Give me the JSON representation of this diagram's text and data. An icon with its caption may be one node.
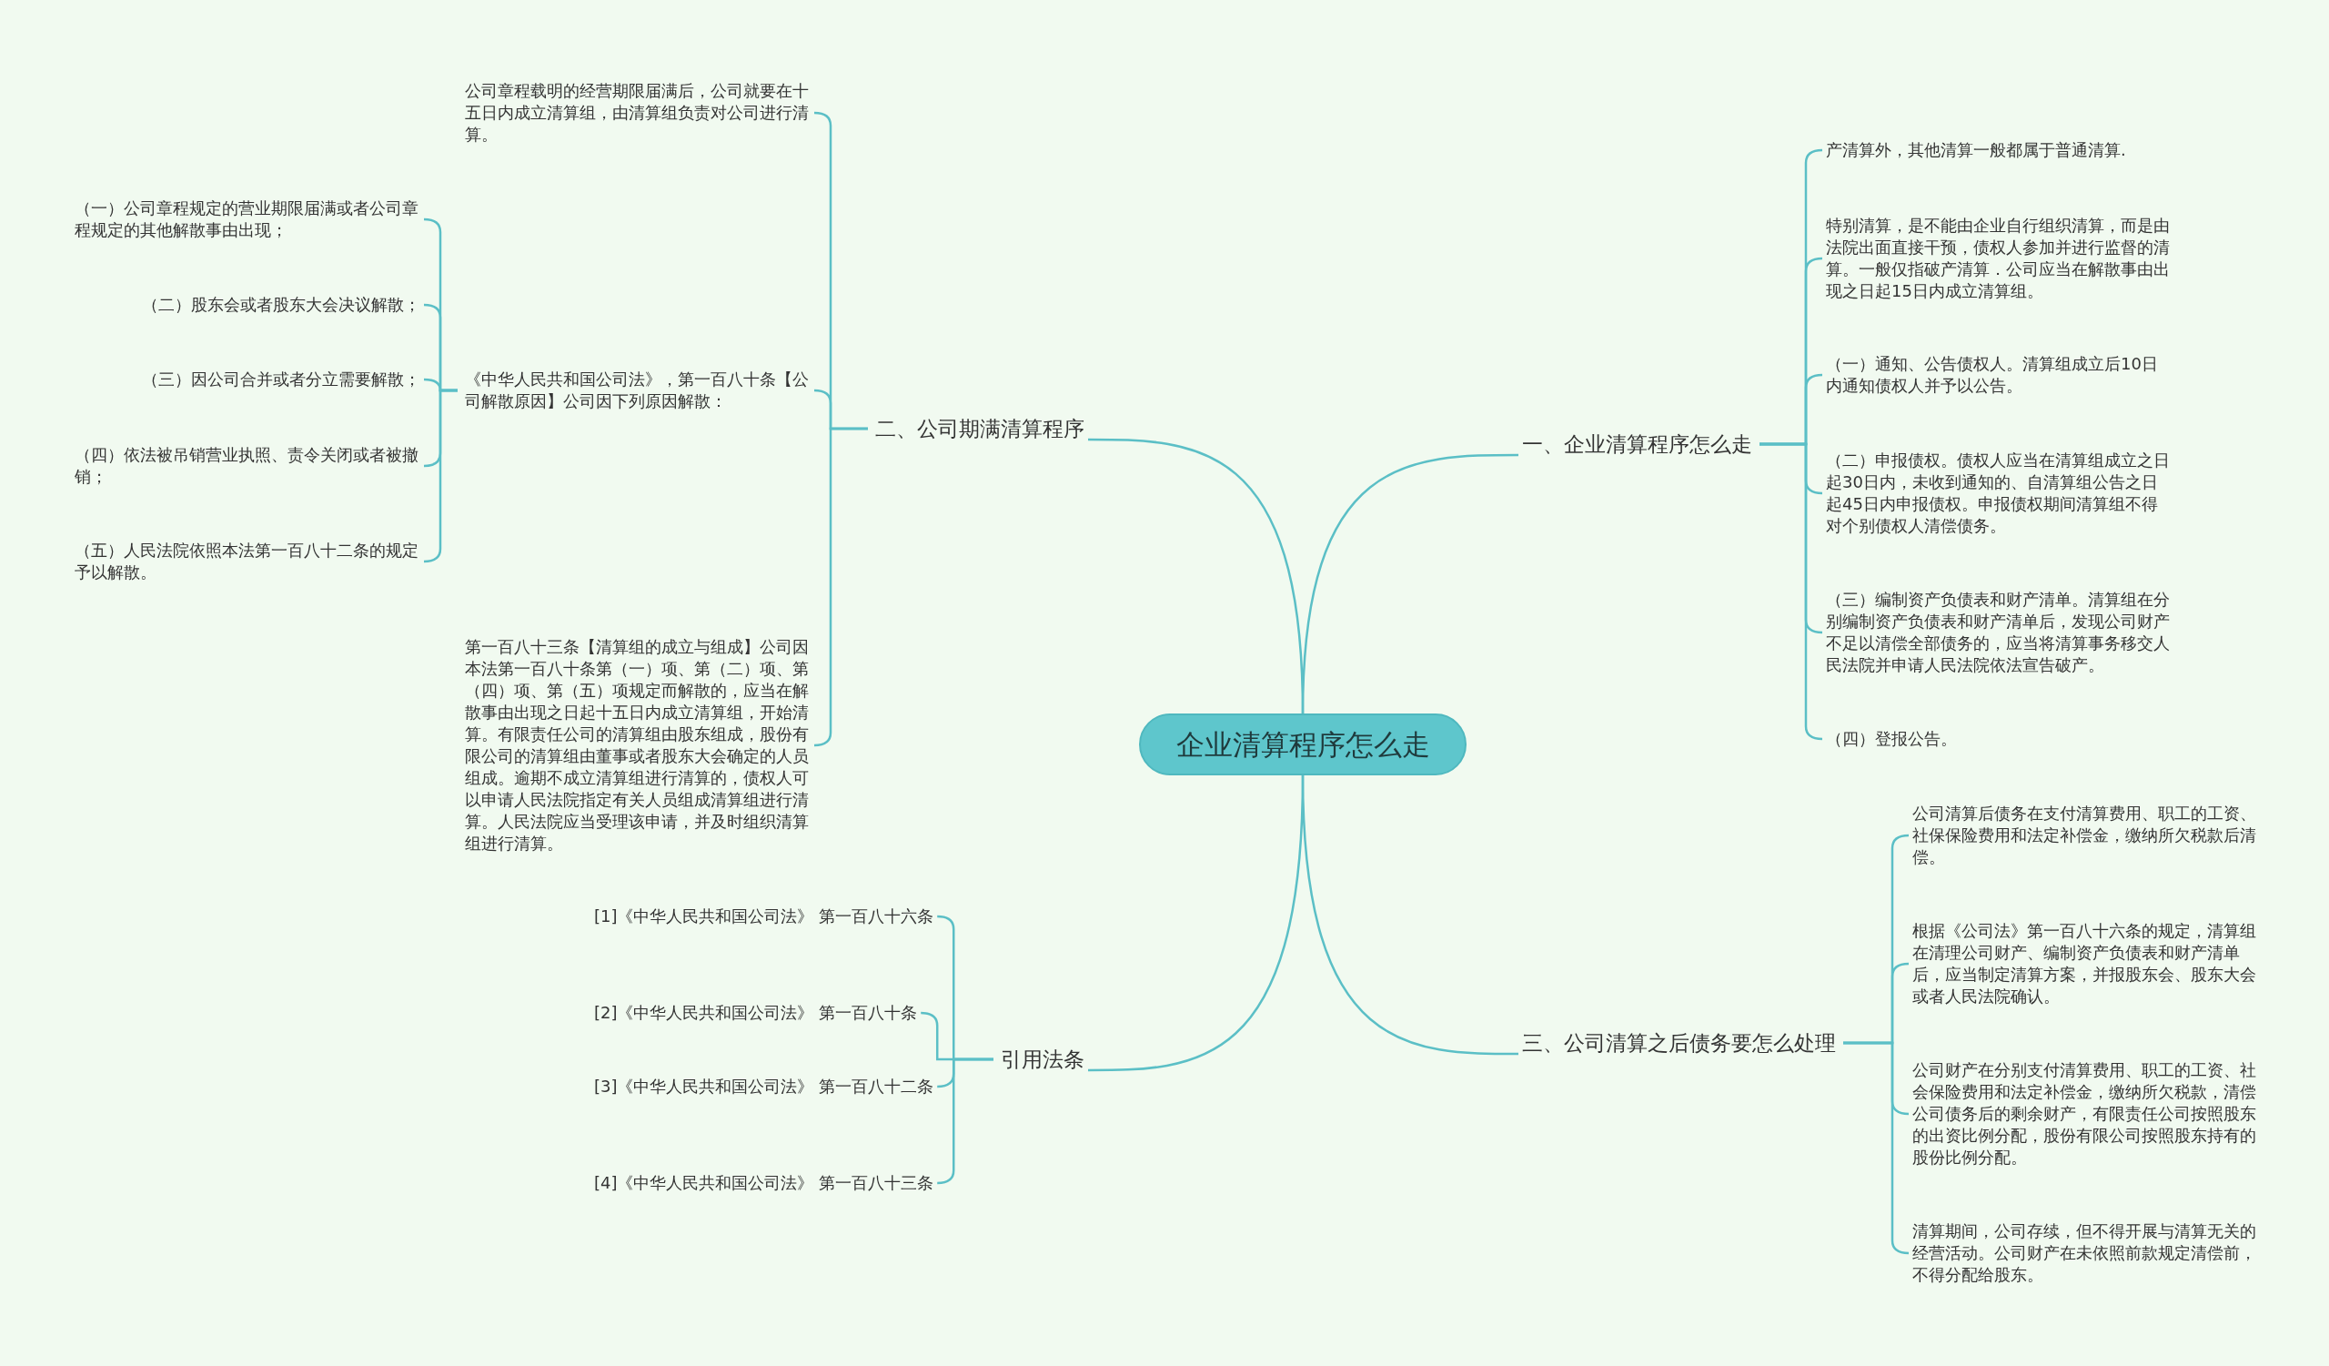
{
  "diagram": {
    "nodes": [
      {
        "text": [
          "企业清算程序怎么走"
        ]
      },
      {
        "text": [
          "一、企业清算程序怎么走"
        ]
      },
      {
        "text": [
          "产清算外，其他清算一般都属于普通清算."
        ]
      },
      {
        "text": [
          "特别清算，是不能由企业自行组织清算，而是由法院出面直接干预，债权人参加并进行监督的清算。一般仅指破产清算．公司应当在解散事由出现之日起15日内成立清算组。"
        ]
      },
      {
        "text": [
          "（一）通知、公告债权人。清算组成立后10日内通知债权人并予以公告。"
        ]
      },
      {
        "text": [
          "（二）申报债权。债权人应当在清算组成立之日起30日内，未收到通知的、自清算组公告之日起45日内申报债权。申报债权期间清算组不得对个别债权人清偿债务。"
        ]
      },
      {
        "text": [
          "（三）编制资产负债表和财产清单。清算组在分别编制资产负债表和财产清单后，发现公司财产不足以清偿全部债务的，应当将清算事务移交人民法院并申请人民法院依法宣告破产。"
        ]
      },
      {
        "text": [
          "（四）登报公告。"
        ]
      },
      {
        "text": [
          "二、公司期满清算程序"
        ]
      },
      {
        "text": [
          "公司章程载明的经营期限届满后，公司就要在十五日内成立清算组，由清算组负责对公司进行清算。"
        ]
      },
      {
        "text": [
          "《中华人民共和国公司法》，第一百八十条【公司解散原因】公司因下列原因解散："
        ]
      },
      {
        "text": [
          "（一）公司章程规定的营业期限届满或者公司章程规定的其他解散事由出现；"
        ]
      },
      {
        "text": [
          "（二）股东会或者股东大会决议解散；"
        ]
      },
      {
        "text": [
          "（三）因公司合并或者分立需要解散；"
        ]
      },
      {
        "text": [
          "（四）依法被吊销营业执照、责令关闭或者被撤销；"
        ]
      },
      {
        "text": [
          "（五）人民法院依照本法第一百八十二条的规定予以解散。"
        ]
      },
      {
        "text": [
          "第一百八十三条【清算组的成立与组成】公司因本法第一百八十条第（一）项、第（二）项、第（四）项、第（五）项规定而解散的，应当在解散事由出现之日起十五日内成立清算组，开始清算。有限责任公司的清算组由股东组成，股份有限公司的清算组由董事或者股东大会确定的人员组成。逾期不成立清算组进行清算的，债权人可以申请人民法院指定有关人员组成清算组进行清算。人民法院应当受理该申请，并及时组织清算组进行清算。"
        ]
      },
      {
        "text": [
          "三、公司清算之后债务要怎么处理"
        ]
      },
      {
        "text": [
          "公司清算后债务在支付清算费用、职工的工资、社保保险费用和法定补偿金，缴纳所欠税款后清偿。"
        ]
      },
      {
        "text": [
          "根据《公司法》第一百八十六条的规定，清算组在清理公司财产、编制资产负债表和财产清单后，应当制定清算方案，并报股东会、股东大会或者人民法院确认。"
        ]
      },
      {
        "text": [
          "公司财产在分别支付清算费用、职工的工资、社会保险费用和法定补偿金，缴纳所欠税款，清偿公司债务后的剩余财产，有限责任公司按照股东的出资比例分配，股份有限公司按照股东持有的股份比例分配。"
        ]
      },
      {
        "text": [
          "清算期间，公司存续，但不得开展与清算无关的经营活动。公司财产在未依照前款规定清偿前，不得分配给股东。"
        ]
      },
      {
        "text": [
          "引用法条"
        ]
      },
      {
        "text": [
          "[1]《中华人民共和国公司法》 第一百八十六条"
        ]
      },
      {
        "text": [
          "[2]《中华人民共和国公司法》 第一百八十条"
        ]
      },
      {
        "text": [
          "[3]《中华人民共和国公司法》 第一百八十二条"
        ]
      },
      {
        "text": [
          "[4]《中华人民共和国公司法》 第一百八十三条"
        ]
      }
    ],
    "edges": [
      {
        "from": 0,
        "to": 1,
        "arrow": "none"
      },
      {
        "from": 1,
        "to": 2,
        "arrow": "none"
      },
      {
        "from": 1,
        "to": 3,
        "arrow": "none"
      },
      {
        "from": 1,
        "to": 4,
        "arrow": "none"
      },
      {
        "from": 1,
        "to": 5,
        "arrow": "none"
      },
      {
        "from": 1,
        "to": 6,
        "arrow": "none"
      },
      {
        "from": 1,
        "to": 7,
        "arrow": "none"
      },
      {
        "from": 0,
        "to": 8,
        "arrow": "none"
      },
      {
        "from": 8,
        "to": 9,
        "arrow": "none"
      },
      {
        "from": 8,
        "to": 10,
        "arrow": "none"
      },
      {
        "from": 10,
        "to": 11,
        "arrow": "none"
      },
      {
        "from": 10,
        "to": 12,
        "arrow": "none"
      },
      {
        "from": 10,
        "to": 13,
        "arrow": "none"
      },
      {
        "from": 10,
        "to": 14,
        "arrow": "none"
      },
      {
        "from": 10,
        "to": 15,
        "arrow": "none"
      },
      {
        "from": 8,
        "to": 16,
        "arrow": "none"
      },
      {
        "from": 0,
        "to": 17,
        "arrow": "none"
      },
      {
        "from": 17,
        "to": 18,
        "arrow": "none"
      },
      {
        "from": 17,
        "to": 19,
        "arrow": "none"
      },
      {
        "from": 17,
        "to": 20,
        "arrow": "none"
      },
      {
        "from": 17,
        "to": 21,
        "arrow": "none"
      },
      {
        "from": 0,
        "to": 22,
        "arrow": "none"
      },
      {
        "from": 22,
        "to": 23,
        "arrow": "none"
      },
      {
        "from": 22,
        "to": 24,
        "arrow": "none"
      },
      {
        "from": 22,
        "to": 25,
        "arrow": "none"
      },
      {
        "from": 22,
        "to": 26,
        "arrow": "none"
      }
    ]
  }
}
